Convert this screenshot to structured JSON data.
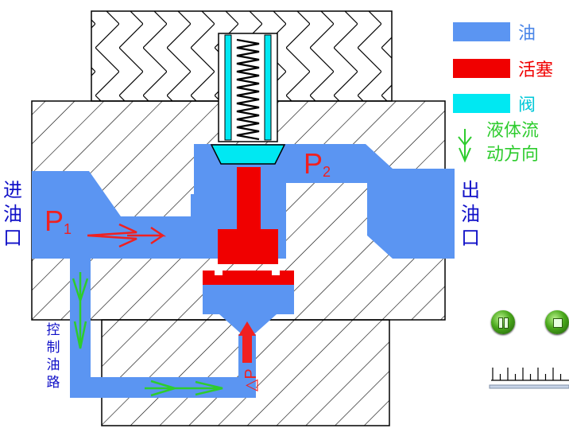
{
  "legend": {
    "oil": {
      "label": "油",
      "color": "#5b95f2",
      "text_color": "#4a86e8"
    },
    "piston": {
      "label": "活塞",
      "color": "#f00000",
      "text_color": "#f00000"
    },
    "valve": {
      "label": "阀",
      "color": "#00e8f2",
      "text_color": "#00c8d8"
    }
  },
  "flow_direction": {
    "line1": "液体流",
    "line2": "动方向",
    "color": "#2ecc2e"
  },
  "labels": {
    "inlet": [
      "进",
      "油",
      "口"
    ],
    "outlet": [
      "出",
      "油",
      "口"
    ],
    "control_path": [
      "控",
      "制",
      "油",
      "路"
    ],
    "p1": "P",
    "p1_sub": "1",
    "p2": "P",
    "p2_sub": "2",
    "delta_p": "△P"
  },
  "controls": {
    "pause_icon": "pause-icon",
    "stop_icon": "stop-icon"
  },
  "colors": {
    "body_fill": "#ffffff",
    "hatch": "#000000",
    "arrow_red": "#f02020",
    "arrow_green": "#2ecc2e"
  }
}
